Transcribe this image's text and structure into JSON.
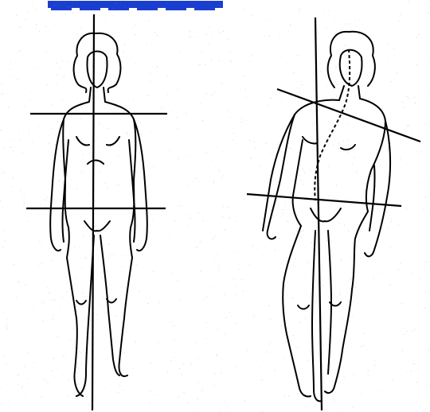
{
  "diagram": {
    "figures": [
      {
        "id": "normal",
        "description_key": "figure-normal-posture"
      },
      {
        "id": "scoliosis",
        "description_key": "figure-scoliosis-posture"
      }
    ],
    "colors": {
      "line": "#000000",
      "background": "#ffffff",
      "paper_noise": "#9a9a9a",
      "banner": "#1a3fd0"
    }
  }
}
